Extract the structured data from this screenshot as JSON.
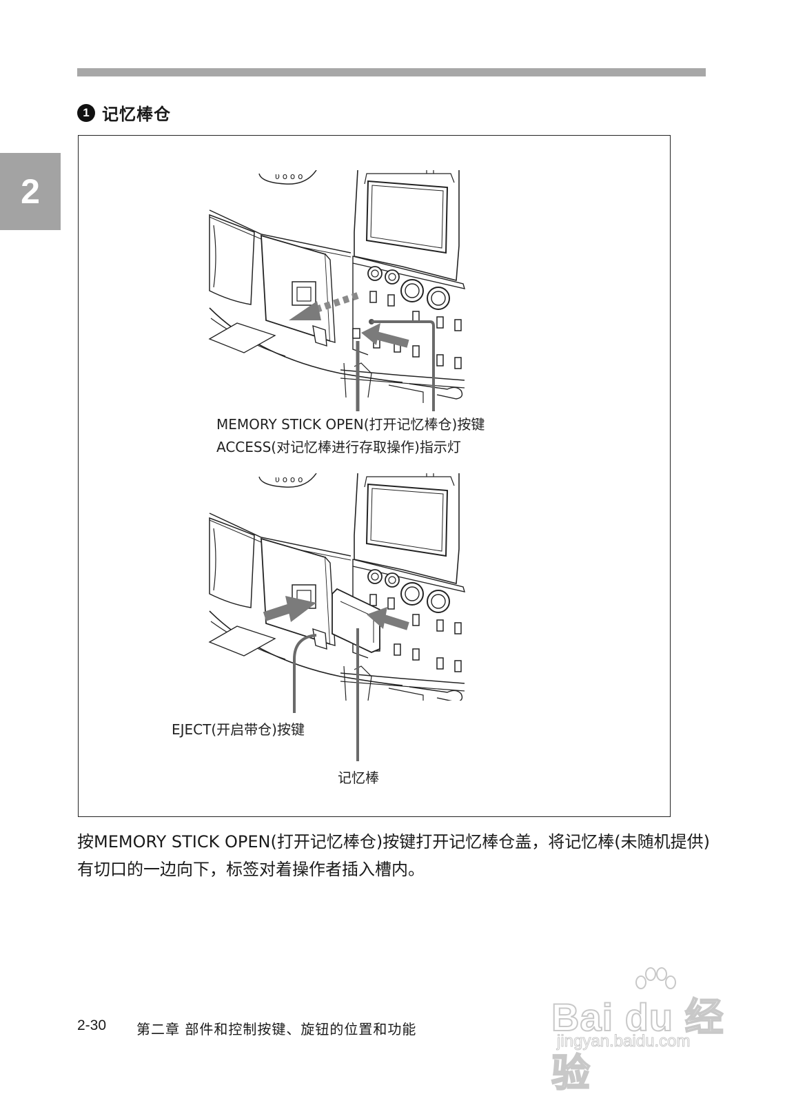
{
  "chapter_tab": "2",
  "section": {
    "number": "1",
    "title": "记忆棒仓"
  },
  "figure": {
    "callouts": {
      "memory_stick_open": "MEMORY STICK OPEN(打开记忆棒仓)按键",
      "access_indicator": "ACCESS(对记忆棒进行存取操作)指示灯",
      "eject_button": "EJECT(开启带仓)按键",
      "memory_stick": "记忆棒"
    }
  },
  "body_text": "按MEMORY STICK OPEN(打开记忆棒仓)按键打开记忆棒仓盖，将记忆棒(未随机提供)有切口的一边向下，标签对着操作者插入槽内。",
  "footer": {
    "page_number": "2-30",
    "chapter_title": "第二章  部件和控制按键、旋钮的位置和功能"
  },
  "watermark": {
    "brand": "Bai du 经验",
    "url": "jingyan.baidu.com"
  },
  "colors": {
    "rule": "#a7a7a7",
    "tab": "#a3a3a3",
    "arrow": "#7b7b7b"
  }
}
